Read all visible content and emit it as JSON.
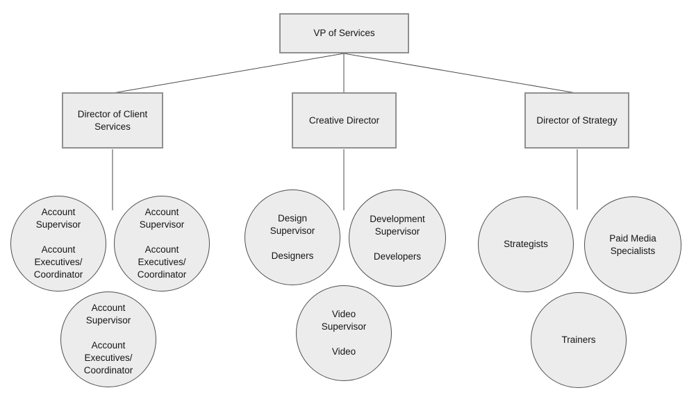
{
  "colors": {
    "background": "#ffffff",
    "node_fill": "#ececec",
    "rect_border": "#8f8f8f",
    "circle_border": "#4e4e4e",
    "connector_line": "#4a4a4a",
    "text": "#141414"
  },
  "org_chart": {
    "nodes": {
      "vp": {
        "label": "VP of Services"
      },
      "client": {
        "label": "Director of Client\nServices"
      },
      "creative": {
        "label": "Creative Director"
      },
      "strategy": {
        "label": "Director of Strategy"
      },
      "acct1": {
        "label": "Account\nSupervisor\n\nAccount\nExecutives/\nCoordinator"
      },
      "acct2": {
        "label": "Account\nSupervisor\n\nAccount\nExecutives/\nCoordinator"
      },
      "acct3": {
        "label": "Account\nSupervisor\n\nAccount\nExecutives/\nCoordinator"
      },
      "design": {
        "label": "Design\nSupervisor\n\nDesigners"
      },
      "dev": {
        "label": "Development\nSupervisor\n\nDevelopers"
      },
      "video": {
        "label": "Video\nSupervisor\n\nVideo"
      },
      "strategists": {
        "label": "Strategists"
      },
      "paidmedia": {
        "label": "Paid Media\nSpecialists"
      },
      "trainers": {
        "label": "Trainers"
      }
    },
    "edges": [
      {
        "from": "vp",
        "to": "client"
      },
      {
        "from": "vp",
        "to": "creative"
      },
      {
        "from": "vp",
        "to": "strategy"
      },
      {
        "from": "client",
        "to": "account-teams"
      },
      {
        "from": "creative",
        "to": "creative-teams"
      },
      {
        "from": "strategy",
        "to": "strategy-teams"
      }
    ]
  }
}
